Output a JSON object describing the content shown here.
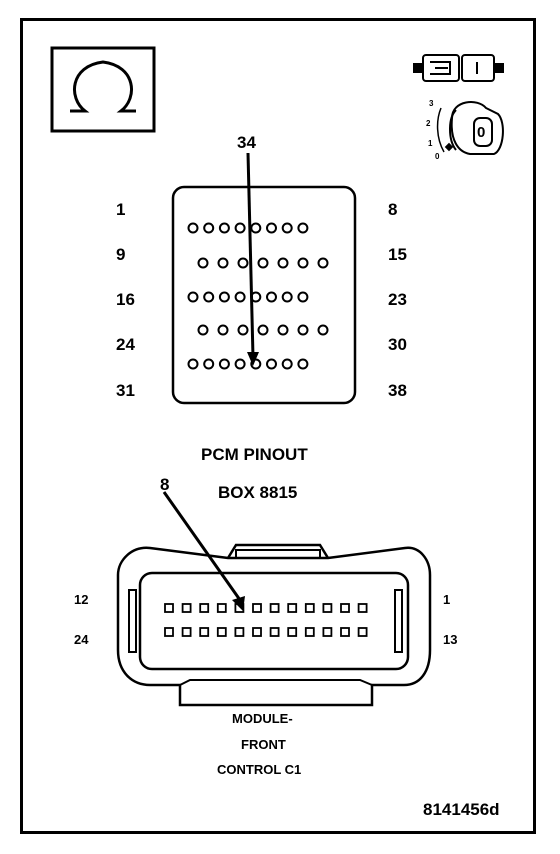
{
  "pcm": {
    "callout": "34",
    "left_labels": [
      "1",
      "9",
      "16",
      "24",
      "31"
    ],
    "right_labels": [
      "8",
      "15",
      "23",
      "30",
      "38"
    ],
    "title": "PCM PINOUT",
    "subtitle": "BOX 8815"
  },
  "module": {
    "callout": "8",
    "left_labels": [
      "12",
      "24"
    ],
    "right_labels": [
      "1",
      "13"
    ],
    "caption": [
      "MODULE-",
      "FRONT",
      "CONTROL C1"
    ]
  },
  "ignition": {
    "positions": [
      "3",
      "2",
      "1",
      "0"
    ],
    "key_label": "0"
  },
  "figure_id": "8141456d"
}
